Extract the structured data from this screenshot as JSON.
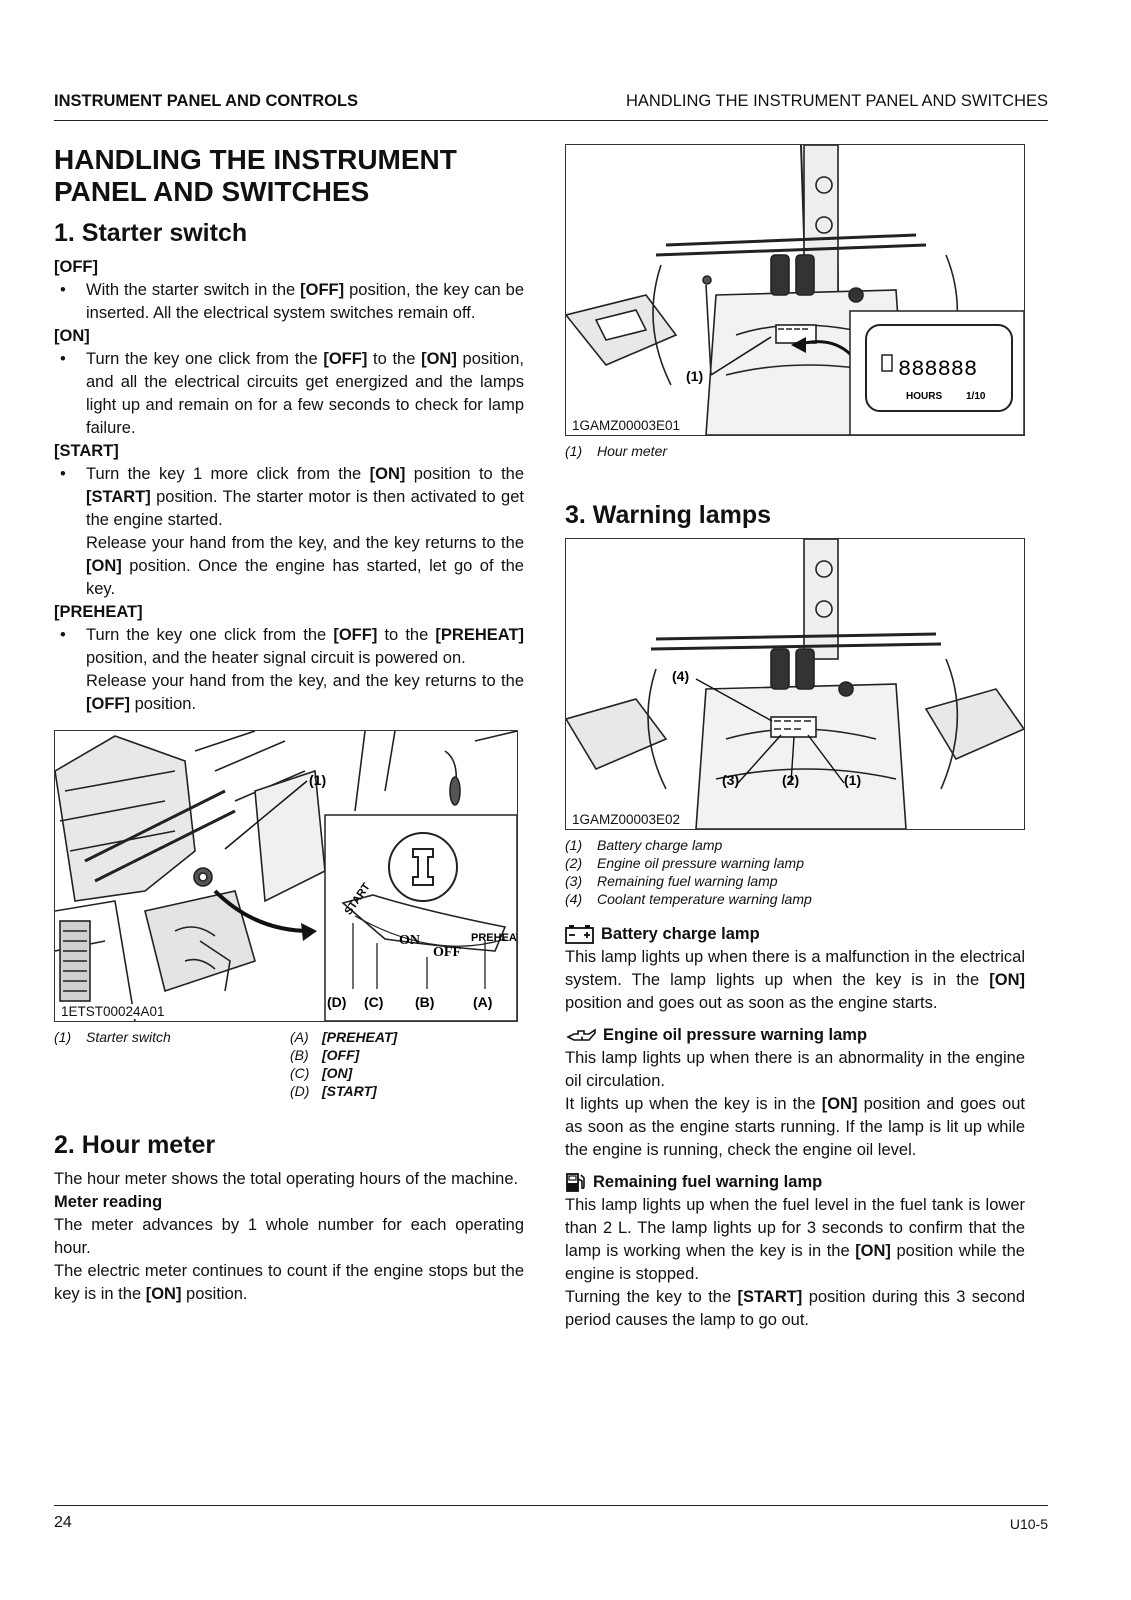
{
  "header": {
    "left": "INSTRUMENT PANEL AND CONTROLS",
    "right": "HANDLING THE INSTRUMENT PANEL AND SWITCHES"
  },
  "footer": {
    "page": "24",
    "code": "U10-5"
  },
  "main_title_l1": "HANDLING THE INSTRUMENT",
  "main_title_l2": "PANEL AND SWITCHES",
  "starter": {
    "title": "1. Starter switch",
    "off_label": "[OFF]",
    "off_text": [
      "With the starter switch in the ",
      "[OFF]",
      " position, the key can be inserted. All the electrical system switches remain off."
    ],
    "on_label": "[ON]",
    "on_text": [
      "Turn the key one click from the ",
      "[OFF]",
      " to the ",
      "[ON]",
      " position, and all the electrical circuits get energized and the lamps light up and remain on for a few seconds to check for lamp failure."
    ],
    "start_label": "[START]",
    "start_text": [
      "Turn the key 1 more click from the ",
      "[ON]",
      " position to the ",
      "[START]",
      " position. The starter motor is then activated to get the engine started."
    ],
    "start_text2": [
      "Release your hand from the key, and the key returns to the ",
      "[ON]",
      " position. Once the engine has started, let go of the key."
    ],
    "preheat_label": "[PREHEAT]",
    "preheat_text": [
      "Turn the key one click from the ",
      "[OFF]",
      " to the ",
      "[PREHEAT]",
      " position, and the heater signal circuit is powered on."
    ],
    "preheat_text2": [
      "Release your hand from the key, and the key returns to the ",
      "[OFF]",
      " position."
    ],
    "figure": {
      "code": "1ETST00024A01",
      "callout": "(1)",
      "dial_start": "START",
      "dial_on": "ON",
      "dial_off": "OFF",
      "dial_preheat": "PREHEAT",
      "letters": [
        "(D)",
        "(C)",
        "(B)",
        "(A)"
      ]
    },
    "caption_left": {
      "n": "(1)",
      "t": "Starter switch"
    },
    "caption_right": [
      {
        "n": "(A)",
        "t": "[PREHEAT]"
      },
      {
        "n": "(B)",
        "t": "[OFF]"
      },
      {
        "n": "(C)",
        "t": "[ON]"
      },
      {
        "n": "(D)",
        "t": "[START]"
      }
    ]
  },
  "hour": {
    "title": "2. Hour meter",
    "text": "The hour meter shows the total operating hours of the machine.",
    "reading_label": "Meter reading",
    "reading1": "The meter advances by 1 whole number for each operating hour.",
    "reading2": [
      "The electric meter continues to count if the engine stops but the key is in the ",
      "[ON]",
      " position."
    ],
    "figure": {
      "code": "1GAMZ00003E01",
      "callout": "(1)",
      "digits": "888888",
      "hours": "HOURS",
      "tenth": "1/10"
    },
    "caption": {
      "n": "(1)",
      "t": "Hour meter"
    }
  },
  "warning": {
    "title": "3. Warning lamps",
    "figure": {
      "code": "1GAMZ00003E02",
      "callouts": [
        "(4)",
        "(3)",
        "(2)",
        "(1)"
      ]
    },
    "captions": [
      {
        "n": "(1)",
        "t": "Battery charge lamp"
      },
      {
        "n": "(2)",
        "t": "Engine oil pressure warning lamp"
      },
      {
        "n": "(3)",
        "t": "Remaining fuel warning lamp"
      },
      {
        "n": "(4)",
        "t": "Coolant temperature warning lamp"
      }
    ],
    "battery_title": "Battery charge lamp",
    "battery_text": [
      "This lamp lights up when there is a malfunction in the electrical system. The lamp lights up when the key is in the ",
      "[ON]",
      " position and goes out as soon as the engine starts."
    ],
    "oil_title": "Engine oil pressure warning lamp",
    "oil_text1": "This lamp lights up when there is an abnormality in the engine oil circulation.",
    "oil_text2": [
      "It lights up when the key is in the ",
      "[ON]",
      " position and goes out as soon as the engine starts running. If the lamp is lit up while the engine is running, check the engine oil level."
    ],
    "fuel_title": "Remaining fuel warning lamp",
    "fuel_text1": [
      "This lamp lights up when the fuel level in the fuel tank is lower than 2 L. The lamp lights up for 3 seconds to confirm that the lamp is working when the key is in the ",
      "[ON]",
      " position while the engine is stopped."
    ],
    "fuel_text2": [
      "Turning the key to the ",
      "[START]",
      " position during this 3 second period causes the lamp to go out."
    ]
  }
}
